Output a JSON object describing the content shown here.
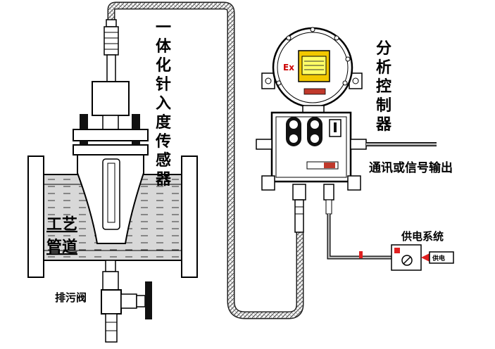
{
  "labels": {
    "sensor": "一体化针入度传感器",
    "controller": "分析控制器",
    "process_pipe_line1": "工艺",
    "process_pipe_line2": "管道",
    "drain_valve": "排污阀",
    "comm_output": "通讯或信号输出",
    "power_system": "供电系统",
    "power_tag": "供电",
    "ex_mark": "Ex"
  },
  "colors": {
    "stroke": "#000000",
    "liquid": "#d8d8d8",
    "panel_frame": "#f2c800",
    "screen": "#ffff66",
    "nameplate": "#c0392b",
    "alarm_red": "#e02020",
    "ex_red": "#cc0000"
  }
}
